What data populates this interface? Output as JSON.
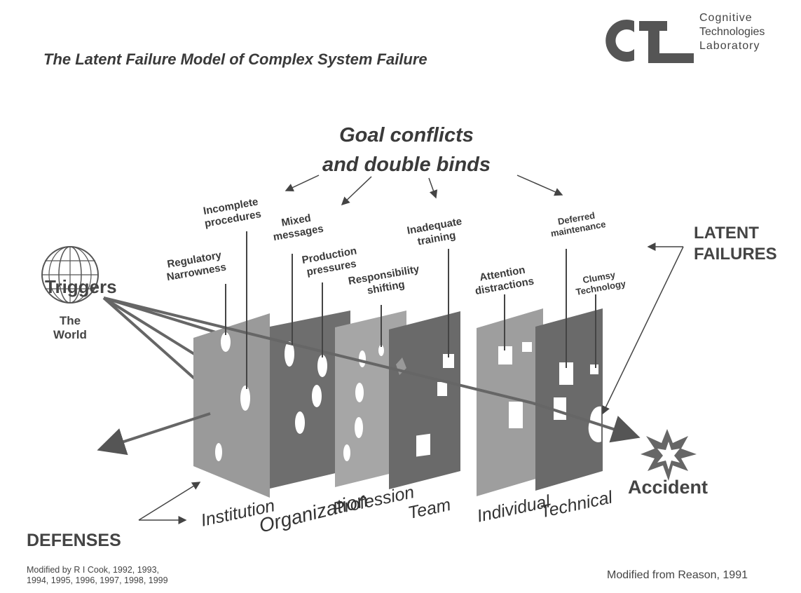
{
  "title": "The Latent Failure Model of Complex System Failure",
  "logo": {
    "line1": "Cognitive",
    "line2": "Technologies",
    "line3": "Laboratory",
    "mark_letters": "CTL"
  },
  "goal_conflicts": {
    "line1": "Goal conflicts",
    "line2": "and double binds"
  },
  "latent_failures": {
    "line1": "LATENT",
    "line2": "FAILURES"
  },
  "triggers": {
    "label": "Triggers",
    "sub1": "The",
    "sub2": "World"
  },
  "failure_labels": {
    "regulatory": {
      "line1": "Regulatory",
      "line2": "Narrowness"
    },
    "incomplete": {
      "line1": "Incomplete",
      "line2": "procedures"
    },
    "mixed": {
      "line1": "Mixed",
      "line2": "messages"
    },
    "production": {
      "line1": "Production",
      "line2": "pressures"
    },
    "responsibility": {
      "line1": "Responsibility",
      "line2": "shifting"
    },
    "inadequate": {
      "line1": "Inadequate",
      "line2": "training"
    },
    "attention": {
      "line1": "Attention",
      "line2": "distractions"
    },
    "deferred": {
      "line1": "Deferred",
      "line2": "maintenance"
    },
    "clumsy": {
      "line1": "Clumsy",
      "line2": "Technology"
    }
  },
  "layers": {
    "institution": "Institution",
    "organization": "Organization",
    "profession": "Profession",
    "team": "Team",
    "individual": "Individual",
    "technical": "Technical"
  },
  "accident": "Accident",
  "defenses": "DEFENSES",
  "footer": {
    "left_line1": "Modified by R I Cook, 1992, 1993,",
    "left_line2": "1994, 1995, 1996, 1997, 1998, 1999",
    "right": "Modified from Reason, 1991"
  },
  "colors": {
    "plate_light": "#9a9a9a",
    "plate_dark": "#6e6e6e",
    "text": "#3a3a3a",
    "hole": "#ffffff"
  }
}
